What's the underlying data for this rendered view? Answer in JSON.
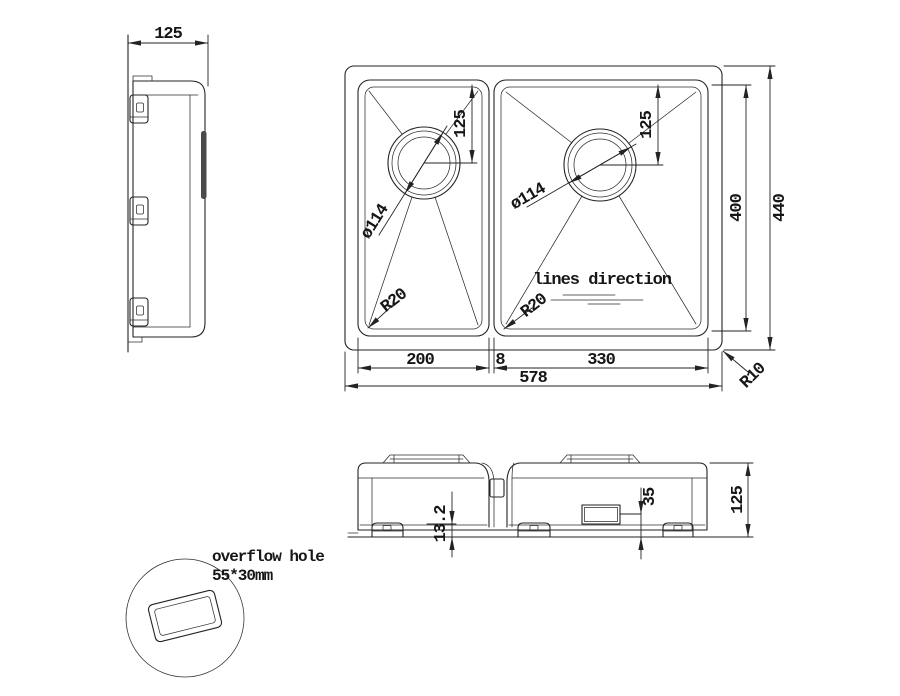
{
  "side_view": {
    "depth_dim": "125"
  },
  "top_view": {
    "bowl1": {
      "drain_dia": "ø114",
      "drain_offset": "125",
      "corner_radius": "R20",
      "width": "200"
    },
    "bowl2": {
      "drain_dia": "ø114",
      "drain_offset": "125",
      "corner_radius": "R20",
      "width": "330"
    },
    "note": "lines direction",
    "divider_width": "8",
    "total_width": "578",
    "inner_depth": "400",
    "total_depth": "440",
    "outer_corner_radius": "R10"
  },
  "front_view": {
    "base_emboss": "13.2",
    "overflow_height": "35",
    "height": "125"
  },
  "detail": {
    "label": "overflow hole",
    "size": "55*30mm"
  }
}
